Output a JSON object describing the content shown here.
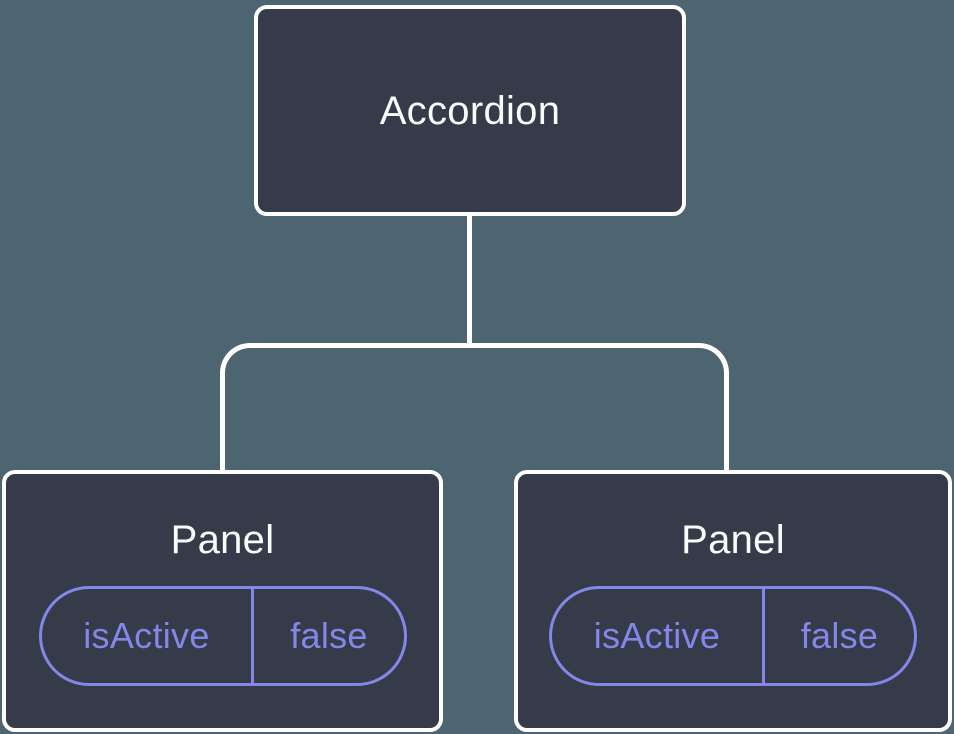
{
  "diagram": {
    "root": {
      "label": "Accordion"
    },
    "children": [
      {
        "label": "Panel",
        "state": {
          "name": "isActive",
          "value": "false"
        }
      },
      {
        "label": "Panel",
        "state": {
          "name": "isActive",
          "value": "false"
        }
      }
    ],
    "colors": {
      "background": "#4D6570",
      "node_fill": "#353B48",
      "node_border": "#FFFFFF",
      "node_text": "#F9FAFB",
      "state_accent": "#8487EA",
      "connector": "#FFFFFF"
    }
  }
}
